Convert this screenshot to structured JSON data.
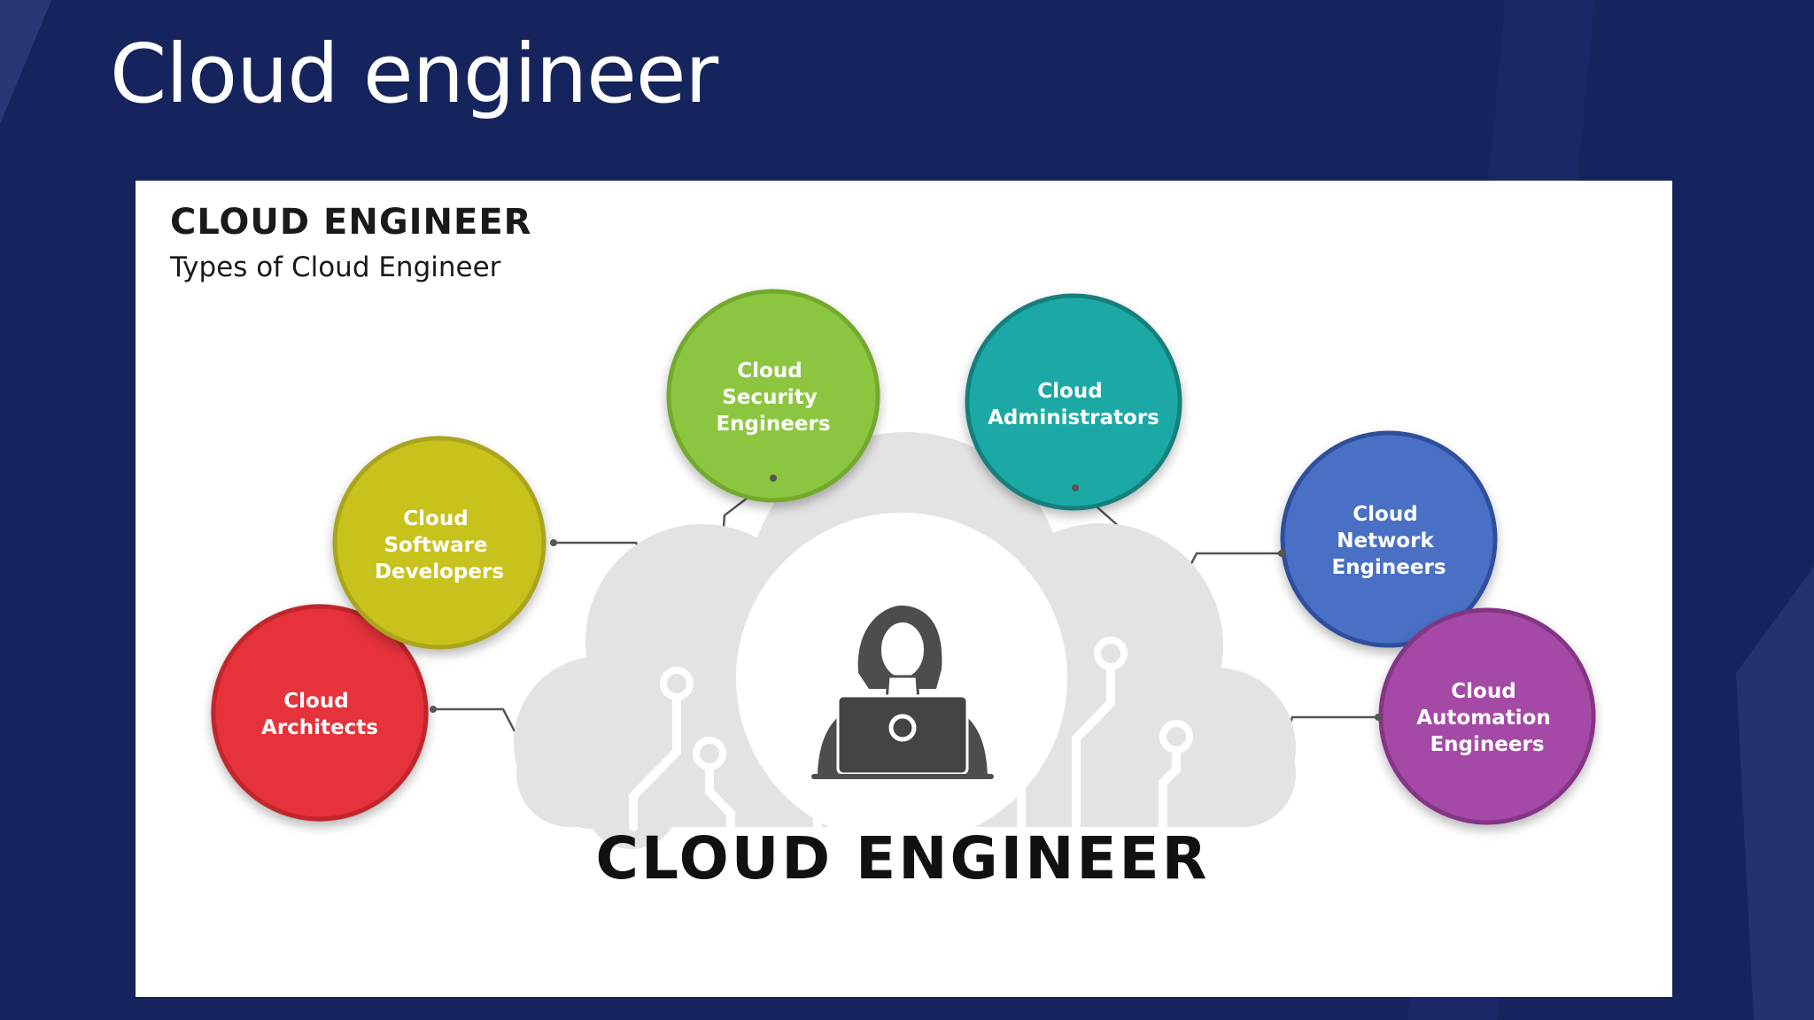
{
  "slide": {
    "title": "Cloud engineer"
  },
  "figure": {
    "heading": "CLOUD ENGINEER",
    "subheading": "Types of Cloud Engineer",
    "center_label": "CLOUD ENGINEER",
    "center_icon": "person-at-laptop-icon",
    "nodes": [
      {
        "id": "architects",
        "lines": [
          "Cloud",
          "Architects"
        ],
        "color": "#e5323b"
      },
      {
        "id": "software-developers",
        "lines": [
          "Cloud",
          "Software",
          "Developers"
        ],
        "color": "#c8c21f"
      },
      {
        "id": "security-engineers",
        "lines": [
          "Cloud",
          "Security",
          "Engineers"
        ],
        "color": "#8cc63f"
      },
      {
        "id": "administrators",
        "lines": [
          "Cloud",
          "Administrators"
        ],
        "color": "#1aa9a6"
      },
      {
        "id": "network-engineers",
        "lines": [
          "Cloud",
          "Network",
          "Engineers"
        ],
        "color": "#4a6fc4"
      },
      {
        "id": "automation-engineers",
        "lines": [
          "Cloud",
          "Automation",
          "Engineers"
        ],
        "color": "#a54aa7"
      }
    ]
  },
  "colors": {
    "slide_background": "#16245e",
    "figure_background": "#ffffff",
    "cloud_fill": "#e3e3e3",
    "connector": "#555555"
  }
}
